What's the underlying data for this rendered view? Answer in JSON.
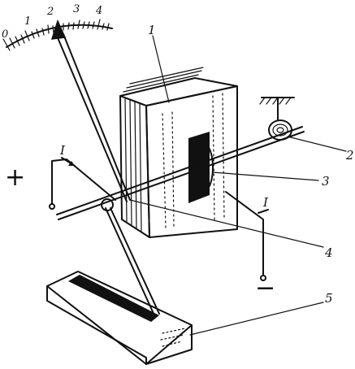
{
  "scale": {
    "tick_labels": [
      "0",
      "1",
      "2",
      "3",
      "4"
    ]
  },
  "signs": {
    "plus": "+",
    "minus": "−"
  },
  "current_labels": {
    "left": "I",
    "right": "I"
  },
  "callouts": {
    "core": "1",
    "spring": "2",
    "coil": "3",
    "axle": "4",
    "base": "5"
  }
}
